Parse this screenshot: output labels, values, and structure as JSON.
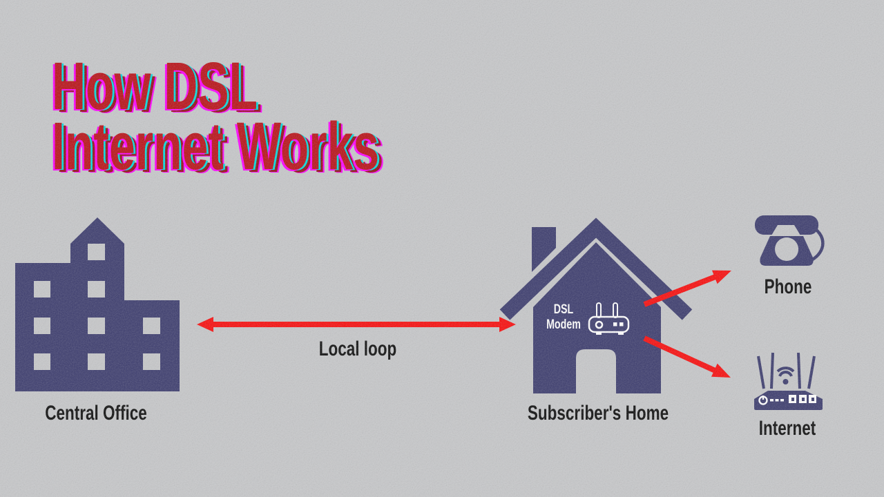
{
  "title": {
    "line1": "How DSL",
    "line2": "Internet Works"
  },
  "nodes": {
    "central_office": {
      "label": "Central Office",
      "icon": "office-building-icon"
    },
    "subscribers_home": {
      "label": "Subscriber's Home",
      "icon": "house-icon"
    },
    "dsl_modem": {
      "line1": "DSL",
      "line2": "Modem",
      "icon": "modem-icon"
    },
    "phone": {
      "label": "Phone",
      "icon": "telephone-icon"
    },
    "internet": {
      "label": "Internet",
      "icon": "wifi-router-icon"
    }
  },
  "connections": {
    "local_loop": {
      "label": "Local loop",
      "from": "central_office",
      "to": "subscribers_home",
      "style": "double-headed-arrow"
    },
    "home_to_phone": {
      "from": "subscribers_home",
      "to": "phone",
      "style": "arrow"
    },
    "home_to_internet": {
      "from": "subscribers_home",
      "to": "internet",
      "style": "arrow"
    }
  },
  "colors": {
    "background": "#c7c8ca",
    "icon_navy": "#3c3c6e",
    "arrow_red": "#f90d0d",
    "title_red": "#ba1117",
    "title_shadow_dark_red": "#911015",
    "title_fringe_magenta": "#ff00ff",
    "title_fringe_cyan": "#00dde0",
    "label_black": "#0d0d0d",
    "modem_white": "#ffffff"
  }
}
